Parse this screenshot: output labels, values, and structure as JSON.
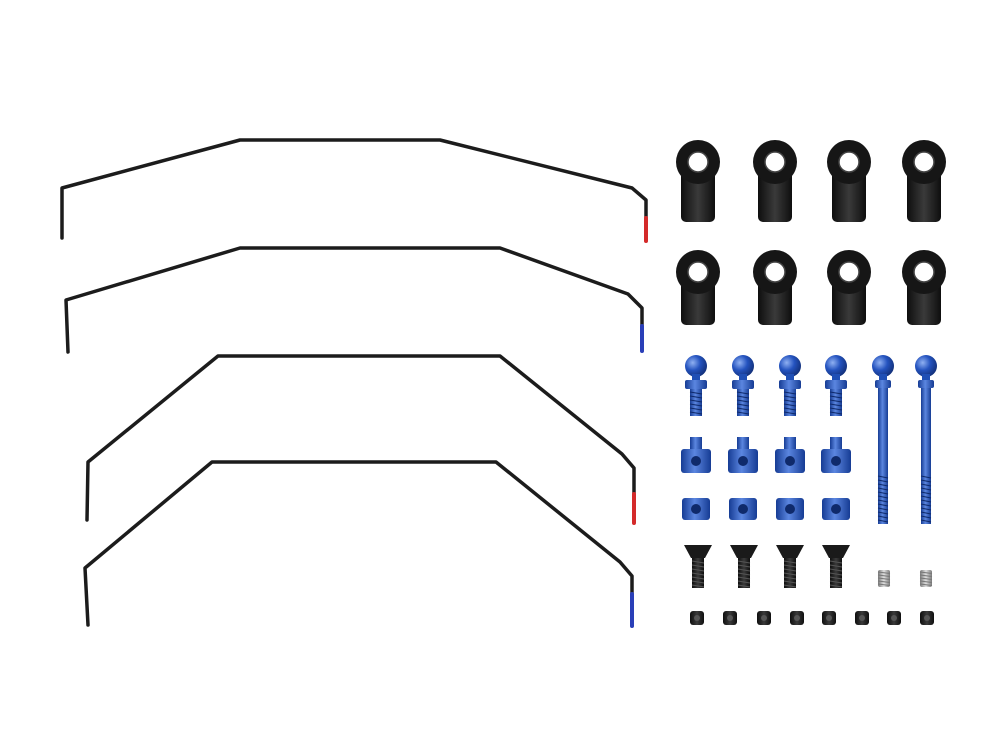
{
  "scene": {
    "background": "#ffffff",
    "subject": "anti-roll-bar-parts-set",
    "sway_bars": [
      {
        "id": "bar-1",
        "tip_color": "#d42a2a"
      },
      {
        "id": "bar-2",
        "tip_color": "#2a3fb8"
      },
      {
        "id": "bar-3",
        "tip_color": "#d42a2a"
      },
      {
        "id": "bar-4",
        "tip_color": "#2a3fb8"
      }
    ],
    "parts": {
      "rod_ends": {
        "count": 8,
        "color": "#1a1a1a"
      },
      "ball_studs": {
        "count": 4,
        "color": "#1f4fb5"
      },
      "long_ball_studs": {
        "count": 2,
        "color": "#1f4fb5"
      },
      "stopper_blocks": {
        "count": 4,
        "color": "#1f4fb5"
      },
      "collars": {
        "count": 4,
        "color": "#1f4fb5"
      },
      "flat_head_screws": {
        "count": 4,
        "color": "#1a1a1a"
      },
      "set_screws_silver": {
        "count": 2,
        "color": "#a9a9a9"
      },
      "grub_screws": {
        "count": 8,
        "color": "#1a1a1a"
      }
    },
    "colors": {
      "wire": "#1c1c1c",
      "black_plastic": "#161616",
      "anodized_blue": "#1f4fb5",
      "blue_highlight": "#5b86e0",
      "steel": "#b5b5b5"
    }
  }
}
